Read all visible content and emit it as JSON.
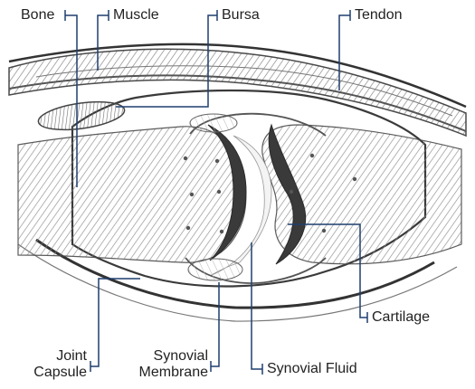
{
  "diagram": {
    "subject": "synovial joint",
    "labels": {
      "bone": "Bone",
      "muscle": "Muscle",
      "bursa": "Bursa",
      "tendon": "Tendon",
      "cartilage": "Cartilage",
      "joint_capsule_line1": "Joint",
      "joint_capsule_line2": "Capsule",
      "synovial_membrane_line1": "Synovial",
      "synovial_membrane_line2": "Membrane",
      "synovial_fluid": "Synovial Fluid"
    },
    "colors": {
      "leader_line": "#1f3f6f",
      "sketch_dark": "#3a3a3a",
      "sketch_mid": "#7a7a7a",
      "sketch_light": "#bdbdbd",
      "text": "#222222"
    }
  }
}
